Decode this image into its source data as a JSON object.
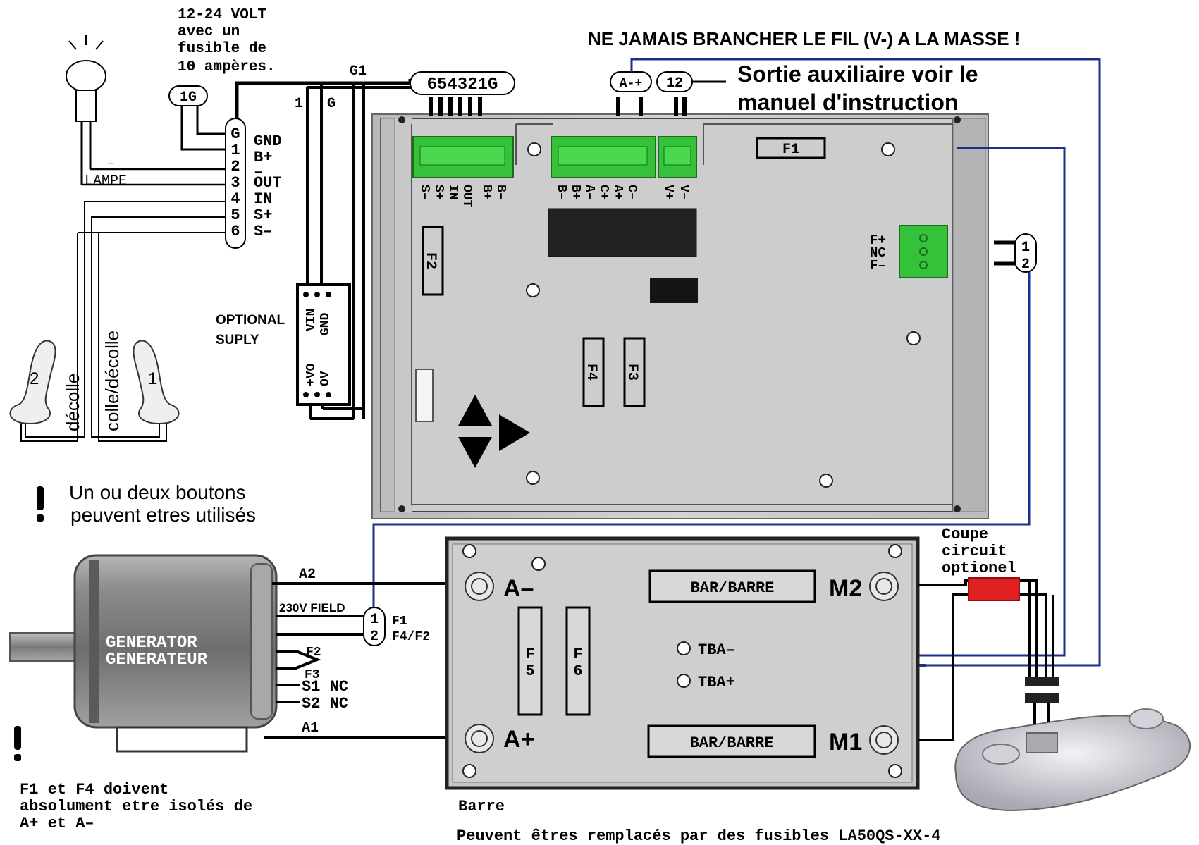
{
  "supply_note": [
    "12-24 VOLT",
    "avec un",
    "fusible de",
    "10 ampères."
  ],
  "warning_vminus": "NE JAMAIS BRANCHER LE FIL (V-) A LA MASSE !",
  "aux_output_note": [
    "Sortie auxiliaire voir le",
    "manuel d'instruction"
  ],
  "connectors": {
    "top_main": "654321G",
    "aux_a": "A-+",
    "aux_12": "12",
    "supply_1g": "1G",
    "g1": "G1",
    "wire_1": "1",
    "wire_g": "G",
    "f_12": [
      "1",
      "2"
    ],
    "field_12": [
      "1",
      "2"
    ]
  },
  "left_terminal": {
    "pins": [
      "G",
      "1",
      "2",
      "3",
      "4",
      "5",
      "6"
    ],
    "labels": [
      "GND",
      "B+",
      "–",
      "OUT",
      "IN",
      "S+",
      "S–"
    ]
  },
  "lamp_label": "LAMPE",
  "lamp_minus": "–",
  "optional_supply": {
    "title": [
      "OPTIONAL",
      "SUPLY"
    ],
    "pins_top": [
      "VIN",
      "GND"
    ],
    "pins_bottom": [
      "+VO",
      "OV"
    ]
  },
  "buttons": {
    "num_2": "2",
    "num_1": "1",
    "label_decolle": "décolle",
    "label_colle_decolle": "colle/décolle"
  },
  "note_buttons": [
    "Un ou deux boutons",
    "peuvent etres  utilisés"
  ],
  "controller": {
    "conn1_labels": [
      "S–",
      "S+",
      "IN",
      "OUT",
      "B+",
      "B–"
    ],
    "conn2_labels": [
      "B–",
      "B+",
      "A–",
      "C+",
      "A+",
      "C–"
    ],
    "conn3_labels": [
      "V+",
      "V–"
    ],
    "fuses": [
      "F1",
      "F2",
      "F3",
      "F4"
    ],
    "relay_labels": [
      "F+",
      "NC",
      "F–"
    ]
  },
  "generator": {
    "label": [
      "GENERATOR",
      "GENERATEUR"
    ],
    "wires": [
      "A2",
      "230V FIELD",
      "F1",
      "F4/F2",
      "F2",
      "F3",
      "S1  NC",
      "S2  NC",
      "A1"
    ]
  },
  "bar_box": {
    "a_minus": "A–",
    "a_plus": "A+",
    "m2": "M2",
    "m1": "M1",
    "bar_top": "BAR/BARRE",
    "bar_bottom": "BAR/BARRE",
    "fuse5": [
      "F",
      "5"
    ],
    "fuse6": [
      "F",
      "6"
    ],
    "tba_minus": "TBA–",
    "tba_plus": "TBA+"
  },
  "coupe_circuit": [
    "Coupe",
    "circuit",
    "optionel"
  ],
  "note_f1f4": [
    "F1 et F4 doivent",
    "absolument etre isolés de",
    "A+ et A–"
  ],
  "barre_label": "Barre",
  "replace_note": "Peuvent êtres remplacés par des fusibles LA50QS-XX-4",
  "colors": {
    "wire": "#000000",
    "blue_wire": "#1a2f8c",
    "red_fuse": "#e02020",
    "green_conn": "#35c23a"
  }
}
